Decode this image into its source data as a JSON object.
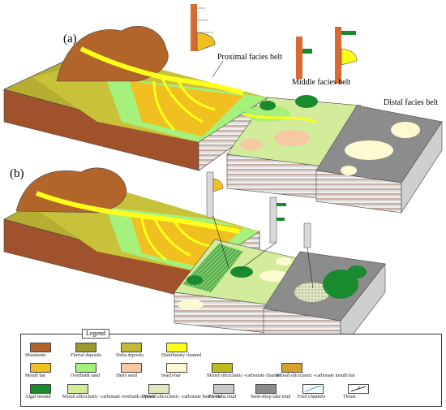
{
  "panels": [
    {
      "label": "(a)"
    },
    {
      "label": "(b)"
    }
  ],
  "belts": {
    "proximal": "Proximal facies belt",
    "middle": "Middle facies belt",
    "distal": "Distal facies belt"
  },
  "legend": {
    "title": "Legend",
    "items": [
      {
        "label": "Mountains",
        "color": "#b2652a"
      },
      {
        "label": "Fluvial deposits",
        "color": "#9a9a2e"
      },
      {
        "label": "Delta deposits",
        "color": "#c2b93a"
      },
      {
        "label": "Distributary channel",
        "color": "#ffff1a"
      },
      {
        "label": "Mouth bar",
        "color": "#f0c020"
      },
      {
        "label": "Overbank sand",
        "color": "#a6f07c"
      },
      {
        "label": "Sheet sand",
        "color": "#f6c8a4"
      },
      {
        "label": "beach-bar",
        "color": "#fdfad2"
      },
      {
        "label": "Mixed siliciclastic -carbonate channel",
        "color": "#bdbc1e"
      },
      {
        "label": "Mixed siliciclastic -carbonate mouth bar",
        "color": "#d4a42a"
      },
      {
        "label": "Algal mound",
        "color": "#1a8a2e"
      },
      {
        "label": "Mixed siliciclastic -carbonate overbank deposit",
        "color": "#d2ec9c"
      },
      {
        "label": "Mixed siliciclastic -carbonate beach-bar",
        "color": "#dfe6c0"
      },
      {
        "label": "Pre-delta mud",
        "color": "#c8c8c8"
      },
      {
        "label": "Semi-deep lake mud",
        "color": "#8c8c8c"
      },
      {
        "label": "Feed channels",
        "color": "#ffffff"
      },
      {
        "label": "Thrust",
        "color": "#ffffff"
      }
    ]
  }
}
